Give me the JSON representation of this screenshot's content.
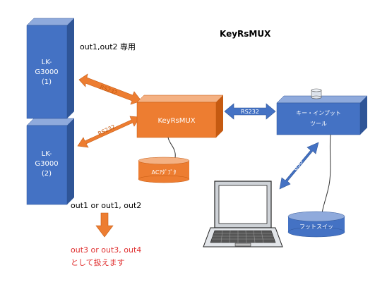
{
  "title": "KeyRsMUX",
  "note_top": "out1,out2 専用",
  "device1": {
    "line1": "LK-",
    "line2": "G3000",
    "line3": "(1)"
  },
  "device2": {
    "line1": "LK-",
    "line2": "G3000",
    "line3": "(2)"
  },
  "mux_label": "KeyRsMUX",
  "adapter_label": "ACｱﾀﾞﾌﾟﾀ",
  "kit_line1": "キー・インプット",
  "kit_line2": "ツール",
  "footswitch_label": "フットスイッ",
  "link_rs232_a": "RS232",
  "link_rs232_b": "RS232",
  "link_rs232_c": "RS232",
  "link_usb": "USB",
  "note_bottom": "out1 or out1, out2",
  "result_line1": "out3 or out3, out4",
  "result_line2": "として扱えます",
  "colors": {
    "blue_front": "#4472c4",
    "blue_side": "#2f5597",
    "blue_top": "#8faadc",
    "orange_front": "#ed7d31",
    "orange_side": "#c55a11",
    "orange_top": "#f4b183",
    "red_text": "#e03030"
  }
}
